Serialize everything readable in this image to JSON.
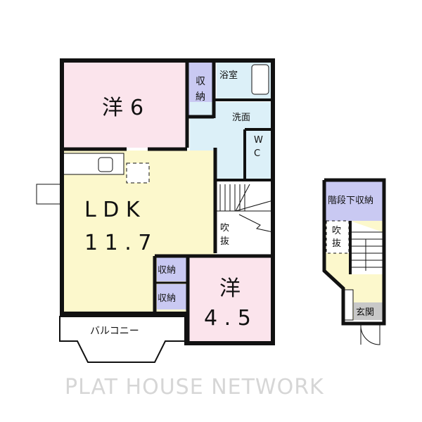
{
  "rooms": {
    "western_6": {
      "label": "洋",
      "size": "6"
    },
    "storage_top": {
      "label_1": "収",
      "label_2": "納"
    },
    "bathroom": {
      "label": "浴室"
    },
    "washroom": {
      "label": "洗面"
    },
    "wc": {
      "label_1": "W",
      "label_2": "C"
    },
    "ldk": {
      "label": "L D K",
      "size": "1 1 . 7"
    },
    "void_1": {
      "label_1": "吹",
      "label_2": "抜"
    },
    "storage_a": {
      "label": "収納"
    },
    "storage_b": {
      "label": "収納"
    },
    "western_45": {
      "label": "洋",
      "size": "4 . 5"
    },
    "balcony": {
      "label": "バルコニー"
    },
    "under_stairs_storage": {
      "label": "階段下収納"
    },
    "void_2": {
      "label_1": "吹",
      "label_2": "抜"
    },
    "entrance": {
      "label": "玄関"
    }
  },
  "watermark": "PLAT HOUSE NETWORK",
  "colors": {
    "bedroom": "#fbe4ec",
    "storage": "#c9c9f2",
    "wet": "#dcf0f8",
    "ldk": "#fcf8cc",
    "entrance": "#c8c8c8",
    "wall": "#111111"
  }
}
